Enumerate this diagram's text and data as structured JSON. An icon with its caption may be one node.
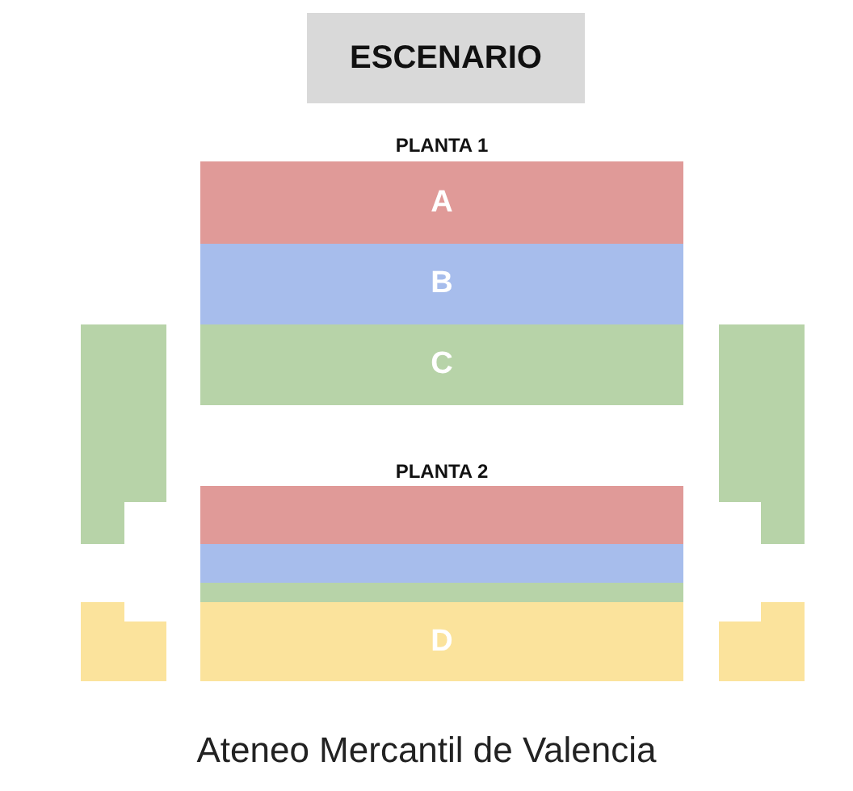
{
  "diagram": {
    "caption": "Ateneo Mercantil de Valencia",
    "nodes": [
      {
        "text": [
          "ESCENARIO"
        ]
      },
      {
        "text": [
          "A"
        ]
      },
      {
        "text": [
          "B"
        ]
      },
      {
        "text": [
          "C"
        ]
      },
      {
        "text": [],
        "shape": "box"
      },
      {
        "text": [],
        "shape": "box"
      },
      {
        "text": [],
        "shape": "bar"
      },
      {
        "text": [],
        "shape": "bar"
      },
      {
        "text": [],
        "shape": "bar"
      },
      {
        "text": [
          "D"
        ]
      },
      {
        "text": [],
        "shape": "box"
      },
      {
        "text": [],
        "shape": "box"
      }
    ],
    "labels": [
      "PLANTA 1",
      "PLANTA 2"
    ]
  }
}
